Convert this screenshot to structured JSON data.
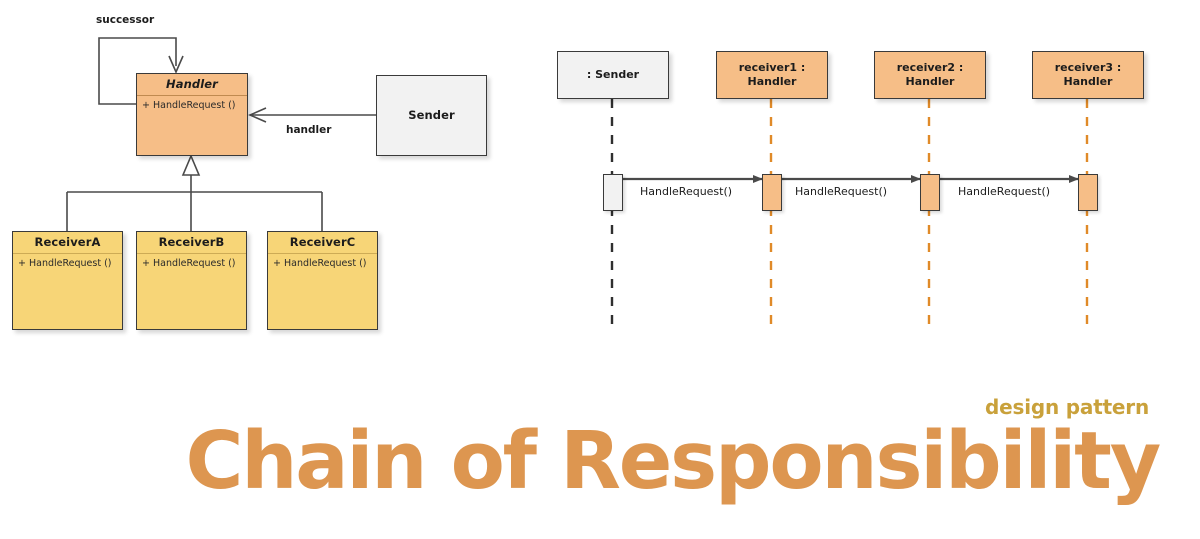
{
  "class_diagram": {
    "handler": {
      "name": "Handler",
      "member": "+ HandleRequest ()",
      "fill": "#F6BE87"
    },
    "sender": {
      "name": "Sender",
      "fill": "#F2F2F2"
    },
    "receivers": [
      {
        "name": "ReceiverA",
        "member": "+ HandleRequest ()",
        "fill": "#F7D577"
      },
      {
        "name": "ReceiverB",
        "member": "+ HandleRequest ()",
        "fill": "#F7D577"
      },
      {
        "name": "ReceiverC",
        "member": "+ HandleRequest ()",
        "fill": "#F7D577"
      }
    ],
    "labels": {
      "successor": "successor",
      "handler_association": "handler"
    }
  },
  "sequence_diagram": {
    "lifelines": [
      {
        "label": ": Sender",
        "fill": "#F2F2F2",
        "line_color": "#3a3a3a"
      },
      {
        "label": "receiver1 :\nHandler",
        "line1": "receiver1 :",
        "line2": "Handler",
        "fill": "#F6BE87",
        "line_color": "#E08A28"
      },
      {
        "label": "receiver2 :\nHandler",
        "line1": "receiver2 :",
        "line2": "Handler",
        "fill": "#F6BE87",
        "line_color": "#E08A28"
      },
      {
        "label": "receiver3 :\nHandler",
        "line1": "receiver3 :",
        "line2": "Handler",
        "fill": "#F6BE87",
        "line_color": "#E08A28"
      }
    ],
    "messages": [
      {
        "label": "HandleRequest()",
        "from": ": Sender",
        "to": "receiver1 : Handler"
      },
      {
        "label": "HandleRequest()",
        "from": "receiver1 : Handler",
        "to": "receiver2 : Handler"
      },
      {
        "label": "HandleRequest()",
        "from": "receiver2 : Handler",
        "to": "receiver3 : Handler"
      }
    ]
  },
  "footer": {
    "subtitle": "design pattern",
    "title": "Chain of Responsibility",
    "subtitle_color": "#C9A13B",
    "title_color": "#DD9650"
  }
}
